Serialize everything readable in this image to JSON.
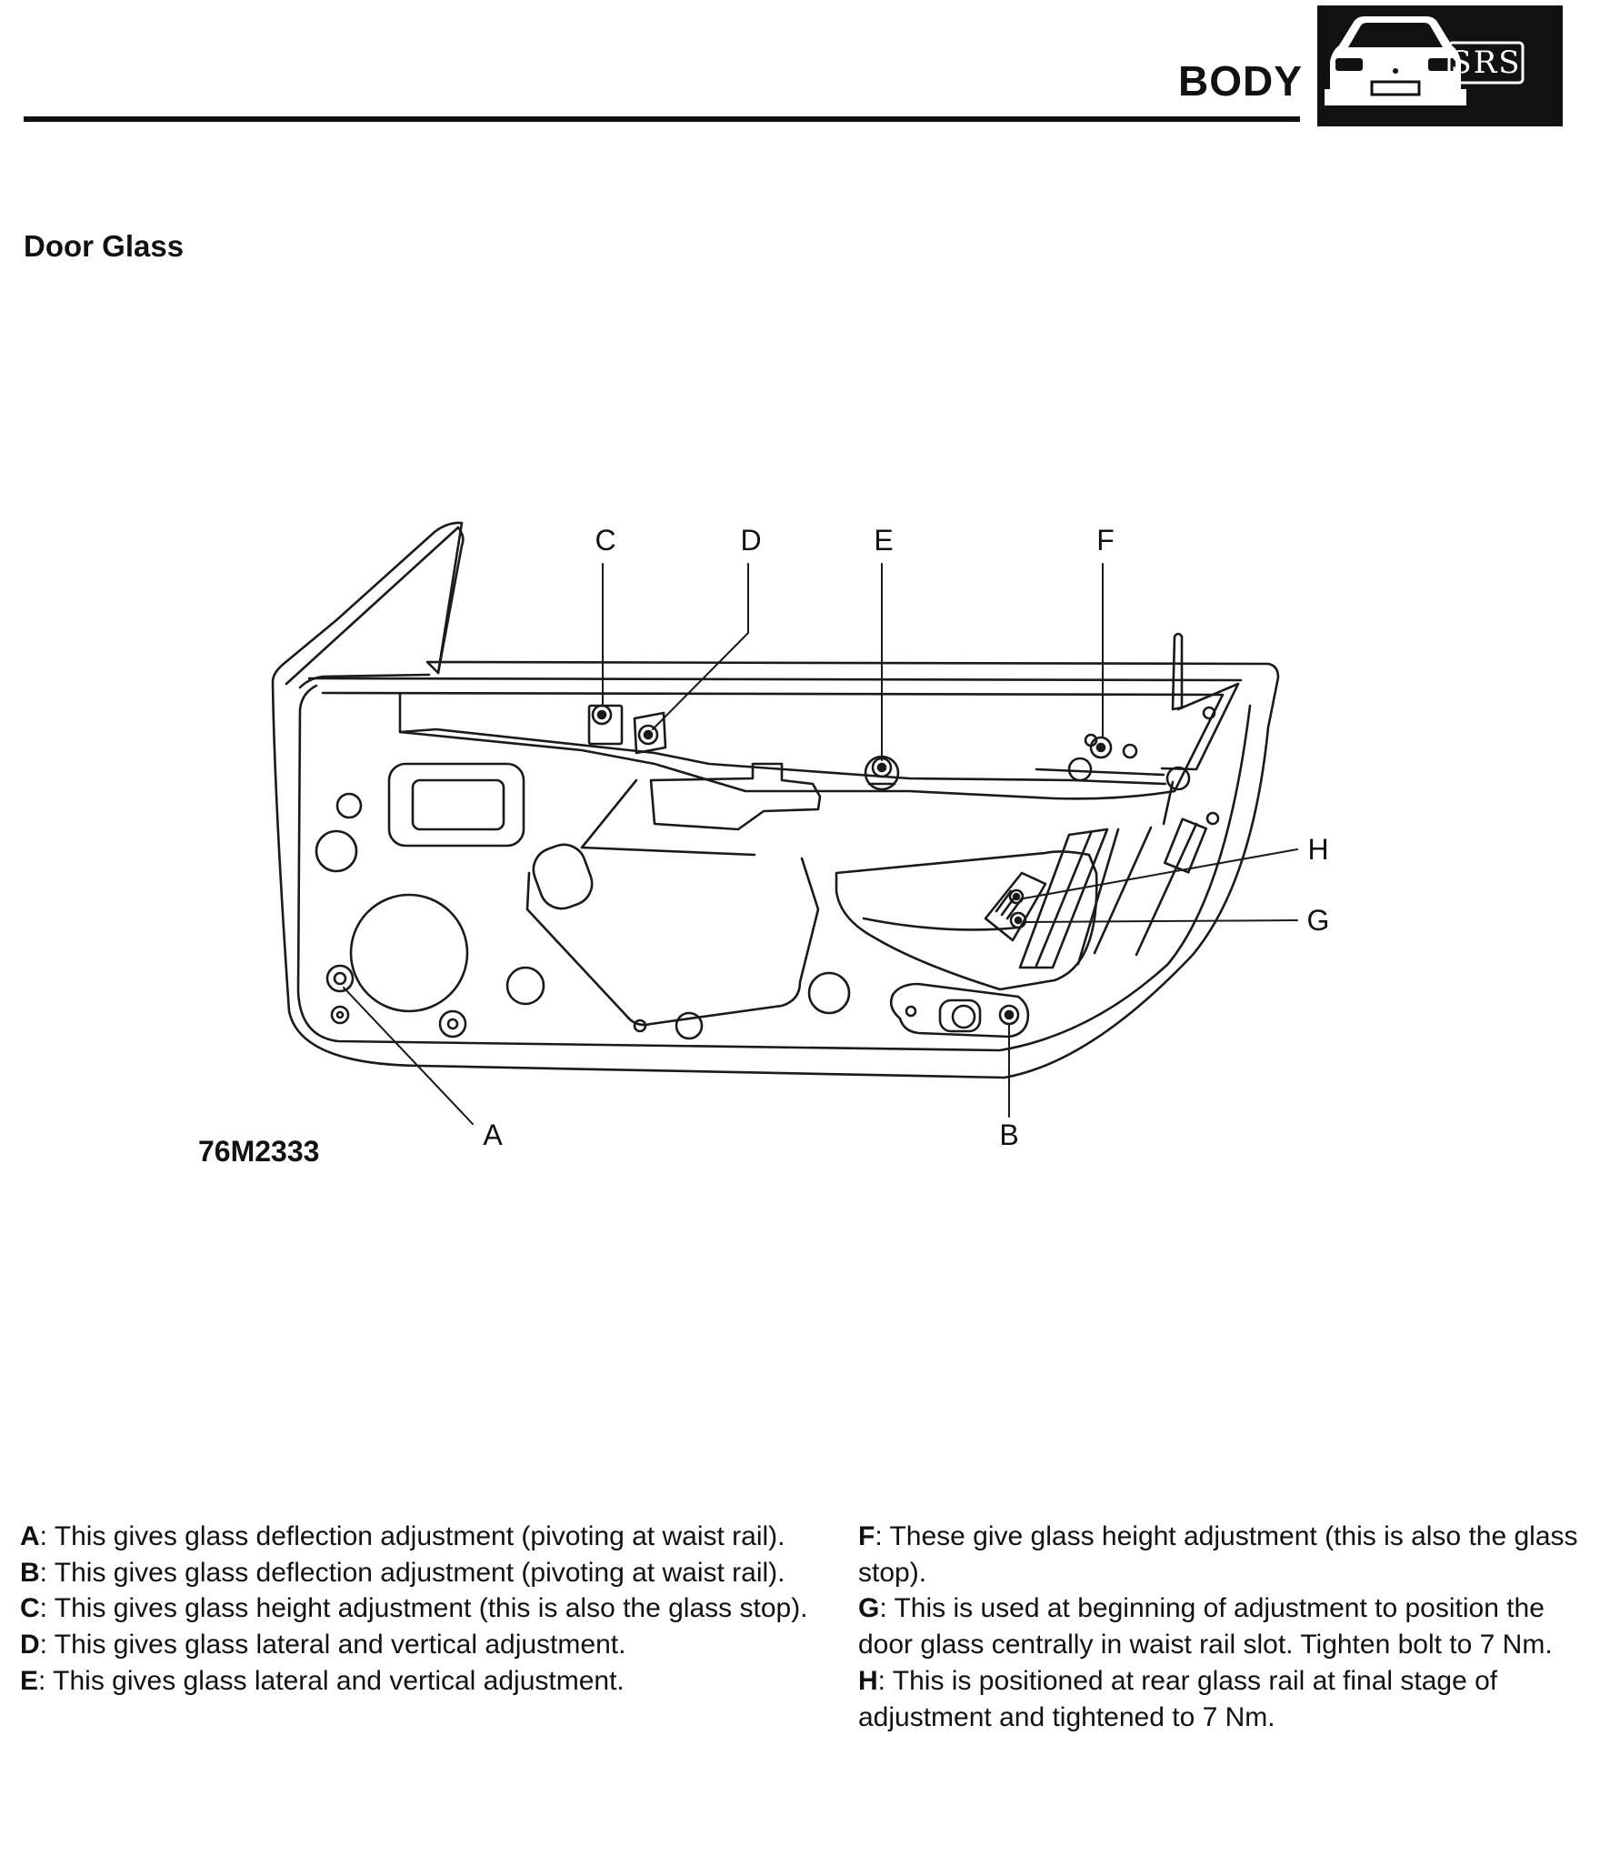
{
  "header": {
    "section": "BODY",
    "badge_text": "SRS",
    "badge_icon": "car-front-icon"
  },
  "title": "Door Glass",
  "figure": {
    "code": "76M2333",
    "callouts": [
      "A",
      "B",
      "C",
      "D",
      "E",
      "F",
      "G",
      "H"
    ]
  },
  "notes_left": [
    {
      "letter": "A",
      "text": ": This gives glass deflection adjustment (pivoting at waist rail)."
    },
    {
      "letter": "B",
      "text": ": This gives glass deflection adjustment (pivoting at waist rail)."
    },
    {
      "letter": "C",
      "text": ": This gives glass height adjustment (this is also the glass stop)."
    },
    {
      "letter": "D",
      "text": ": This gives glass lateral and vertical adjustment."
    },
    {
      "letter": "E",
      "text": ": This gives glass lateral and vertical adjustment."
    }
  ],
  "notes_right": [
    {
      "letter": "F",
      "text": ": These give glass height adjustment (this is also the glass stop)."
    },
    {
      "letter": "G",
      "text": ": This is used at beginning of adjustment to position the door glass centrally in waist rail slot. Tighten bolt to 7 Nm."
    },
    {
      "letter": "H",
      "text": ": This is positioned at rear glass rail at final stage of adjustment and tightened to 7 Nm."
    }
  ]
}
